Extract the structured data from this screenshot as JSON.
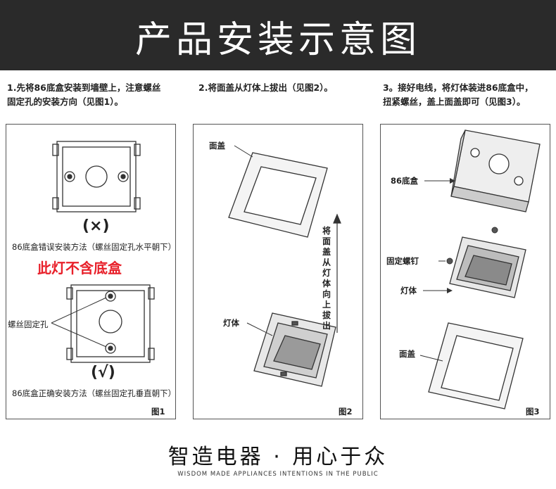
{
  "header": {
    "title": "产品安装示意图"
  },
  "steps": [
    {
      "line1": "1.先将86底盒安装到墙壁上，注意螺丝",
      "line2": "固定孔的安装方向（见图1）。"
    },
    {
      "line1": "2.将面盖从灯体上拔出（见图2）。",
      "line2": ""
    },
    {
      "line1": "3。接好电线，将灯体装进86底盒中，",
      "line2": "扭紧螺丝，盖上面盖即可（见图3）。"
    }
  ],
  "fig1": {
    "wrong_mark": "(×)",
    "wrong_caption": "86底盒错误安装方法（螺丝固定孔水平朝下）",
    "notice": "此灯不含底盒",
    "screw_hole_label": "螺丝固定孔",
    "right_mark": "(√)",
    "right_caption": "86底盒正确安装方法（螺丝固定孔垂直朝下）",
    "figure_label": "图1"
  },
  "fig2": {
    "cover_label": "面盖",
    "arrow_text": "将面盖从灯体向上拔出",
    "body_label": "灯体",
    "figure_label": "图2"
  },
  "fig3": {
    "box_label": "86底盒",
    "screw_label": "固定螺钉",
    "body_label": "灯体",
    "cover_label": "面盖",
    "figure_label": "图3"
  },
  "footer": {
    "slogan": "智造电器 · 用心于众",
    "sub": "WISDOM MADE APPLIANCES INTENTIONS IN THE PUBLIC"
  }
}
